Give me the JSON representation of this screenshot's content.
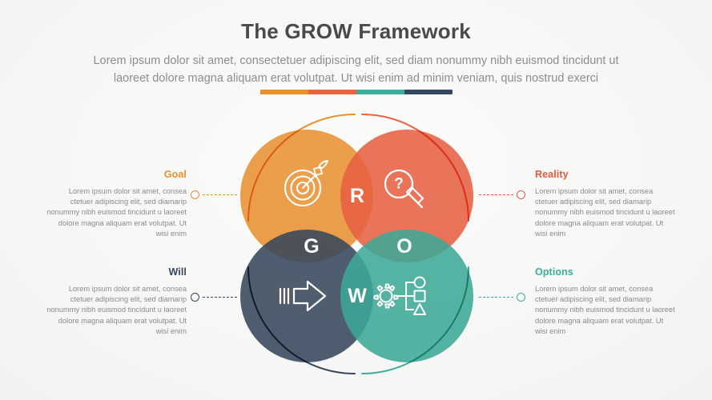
{
  "header": {
    "title": "The GROW Framework",
    "subtitle_line1": "Lorem ipsum dolor sit amet, consectetuer adipiscing elit, sed diam nonummy nibh euismod tincidunt ut",
    "subtitle_line2": "laoreet dolore magna aliquam erat volutpat. Ut wisi enim ad minim veniam, quis nostrud exerci"
  },
  "divider": {
    "segments": [
      "#E8912B",
      "#EC6243",
      "#3EAE9C",
      "#37475E"
    ]
  },
  "colors": {
    "goal_orange": "#EF9B3E",
    "reality_coral": "#ED6F51",
    "options_teal": "#4BB79F",
    "will_navy": "#4A5A70",
    "goal_accent": "#E8912B",
    "reality_accent": "#E05B3E",
    "options_accent": "#3EAE9C",
    "will_accent": "#37475E",
    "letter_color": "#FFFFFF"
  },
  "venn": {
    "letters": [
      {
        "key": "G",
        "label": "G"
      },
      {
        "key": "R",
        "label": "R"
      },
      {
        "key": "O",
        "label": "O"
      },
      {
        "key": "W",
        "label": "W"
      }
    ],
    "icons": [
      {
        "name": "target-icon",
        "belongs_to": "Goal"
      },
      {
        "name": "magnifier-question-icon",
        "belongs_to": "Reality"
      },
      {
        "name": "arrow-forward-icon",
        "belongs_to": "Will"
      },
      {
        "name": "gear-options-icon",
        "belongs_to": "Options"
      }
    ]
  },
  "blocks": {
    "goal": {
      "title": "Goal",
      "body": "Lorem ipsum dolor sit amet, consea ctetuer adipiscing elit, sed diamarip nonummy nibh euismod tincidunt u laoreet dolore magna aliquam erat volutpat. Ut wisi enim"
    },
    "reality": {
      "title": "Reality",
      "body": "Lorem ipsum dolor sit amet, consea ctetuer adipiscing elit, sed diamarip nonummy nibh euismod tincidunt u laoreet dolore magna aliquam erat volutpat. Ut wisi enim"
    },
    "will": {
      "title": "Will",
      "body": "Lorem ipsum dolor sit amet, consea ctetuer adipiscing elit, sed diamarip nonummy nibh euismod tincidunt u laoreet dolore magna aliquam erat volutpat. Ut wisi enim"
    },
    "options": {
      "title": "Options",
      "body": "Lorem ipsum dolor sit amet, consea ctetuer adipiscing elit, sed diamarip nonummy nibh euismod tincidunt u laoreet dolore magna aliquam erat volutpat. Ut wisi enim"
    }
  }
}
